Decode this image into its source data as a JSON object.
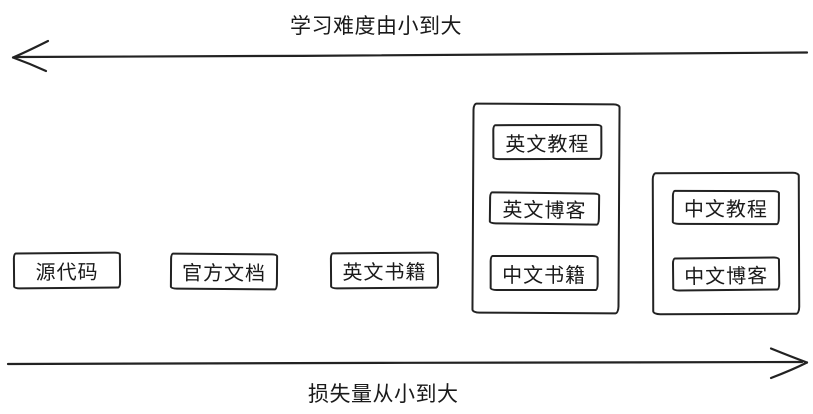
{
  "diagram": {
    "top_axis": {
      "label": "学习难度由小到大",
      "arrow_direction": "left"
    },
    "bottom_axis": {
      "label": "损失量从小到大",
      "arrow_direction": "right"
    },
    "boxes": [
      {
        "label": "源代码"
      },
      {
        "label": "官方文档"
      },
      {
        "label": "英文书籍"
      }
    ],
    "groups": [
      {
        "items": [
          {
            "label": "英文教程"
          },
          {
            "label": "英文博客"
          },
          {
            "label": "中文书籍"
          }
        ]
      },
      {
        "items": [
          {
            "label": "中文教程"
          },
          {
            "label": "中文博客"
          }
        ]
      }
    ],
    "colors": {
      "ink": "#222222",
      "background": "#ffffff"
    }
  }
}
